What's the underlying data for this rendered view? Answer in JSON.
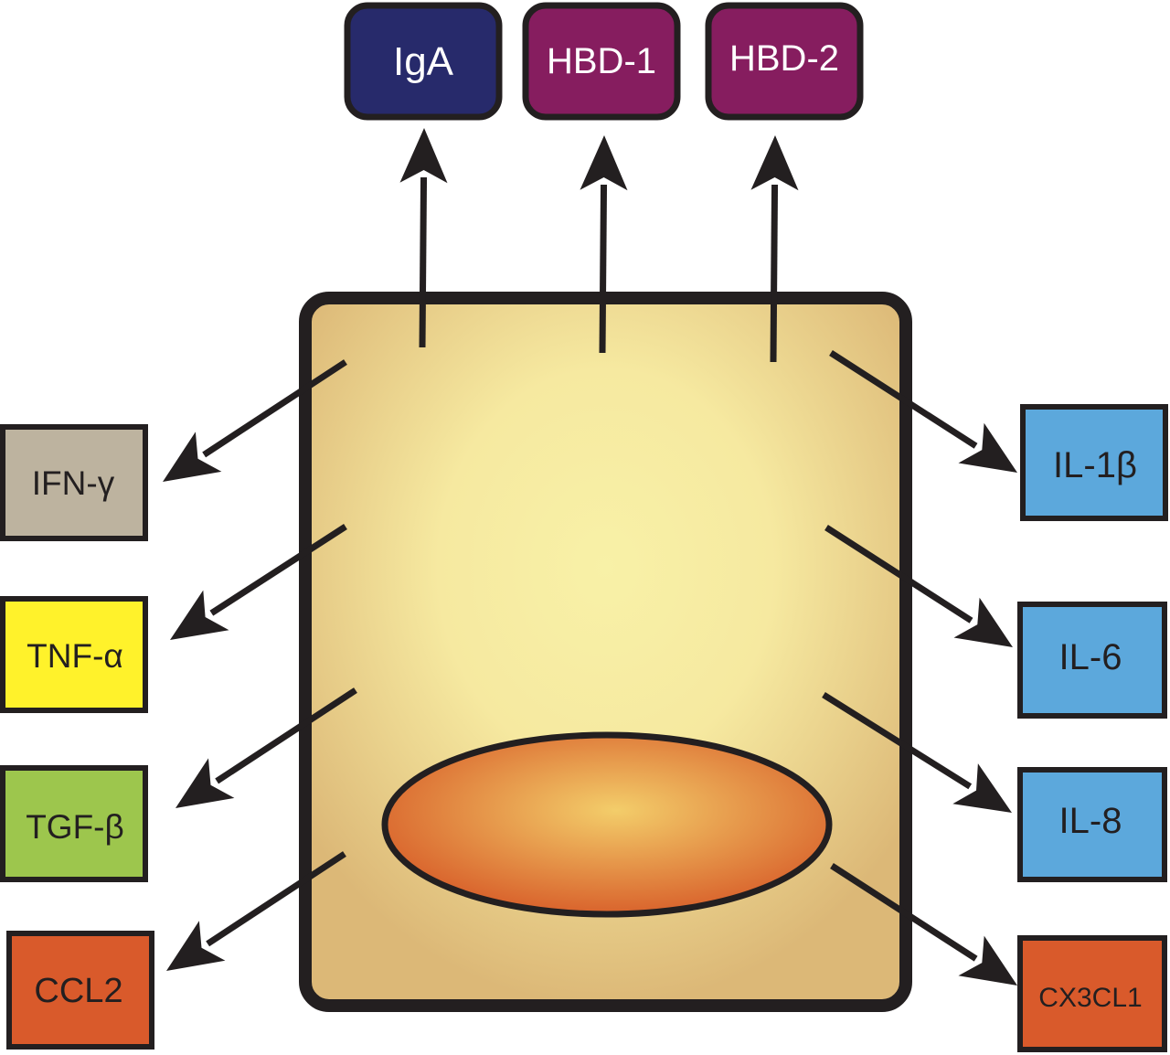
{
  "top_outputs": [
    {
      "id": "iga",
      "label": "IgA",
      "fill": "#272a6b",
      "text_color": "#ffffff"
    },
    {
      "id": "hbd1",
      "label": "HBD-1",
      "fill": "#861d5f",
      "text_color": "#ffffff"
    },
    {
      "id": "hbd2",
      "label": "HBD-2",
      "fill": "#861d5f",
      "text_color": "#ffffff"
    }
  ],
  "left_outputs": [
    {
      "id": "ifn-gamma",
      "label": "IFN-γ",
      "fill": "#bdb39f",
      "text_color": "#231f20"
    },
    {
      "id": "tnf-alpha",
      "label": "TNF-α",
      "fill": "#fff22b",
      "text_color": "#231f20"
    },
    {
      "id": "tgf-beta",
      "label": "TGF-β",
      "fill": "#9dc64d",
      "text_color": "#231f20"
    },
    {
      "id": "ccl2",
      "label": "CCL2",
      "fill": "#d95a2b",
      "text_color": "#231f20"
    }
  ],
  "right_outputs": [
    {
      "id": "il1b",
      "label": "IL-1β",
      "fill": "#5ca8dc",
      "text_color": "#231f20"
    },
    {
      "id": "il6",
      "label": "IL-6",
      "fill": "#5ca8dc",
      "text_color": "#231f20"
    },
    {
      "id": "il8",
      "label": "IL-8",
      "fill": "#5ca8dc",
      "text_color": "#231f20"
    },
    {
      "id": "cx3cl1",
      "label": "CX3CL1",
      "fill": "#d95a2b",
      "text_color": "#231f20"
    }
  ],
  "colors": {
    "outline": "#231f20",
    "cell_edge": "#dcb877",
    "cell_center": "#f8f1a7",
    "nucleus_edge": "#d85f2a",
    "nucleus_center": "#f3cd6a"
  }
}
